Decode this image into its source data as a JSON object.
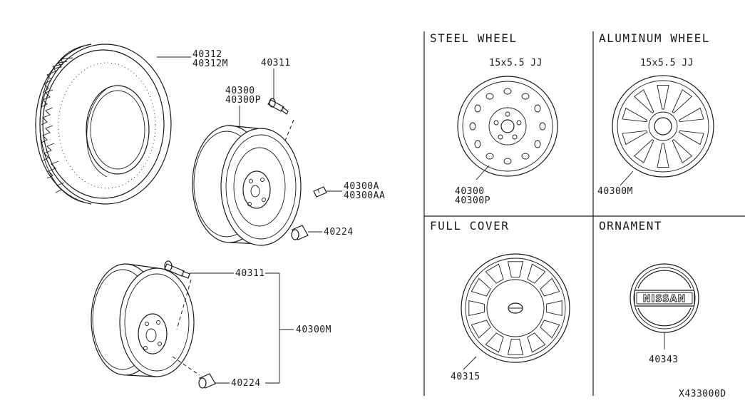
{
  "diagram_id": "X433000D",
  "parts": {
    "tire": [
      "40312",
      "40312M"
    ],
    "valve_top": "40311",
    "wheel_main": [
      "40300",
      "40300P"
    ],
    "weight": [
      "40300A",
      "40300AA"
    ],
    "nut_main": "40224",
    "valve_spare": "40311",
    "spare_wheel": "40300M",
    "nut_spare": "40224"
  },
  "panels": {
    "steel": {
      "title": "STEEL WHEEL",
      "size": "15x5.5 JJ",
      "parts": [
        "40300",
        "40300P"
      ]
    },
    "aluminum": {
      "title": "ALUMINUM WHEEL",
      "size": "15x5.5 JJ",
      "part": "40300M"
    },
    "cover": {
      "title": "FULL COVER",
      "part": "40315"
    },
    "ornament": {
      "title": "ORNAMENT",
      "part": "40343",
      "brand": "NISSAN"
    }
  },
  "colors": {
    "ink": "#1a1a1a",
    "paper": "#ffffff"
  }
}
